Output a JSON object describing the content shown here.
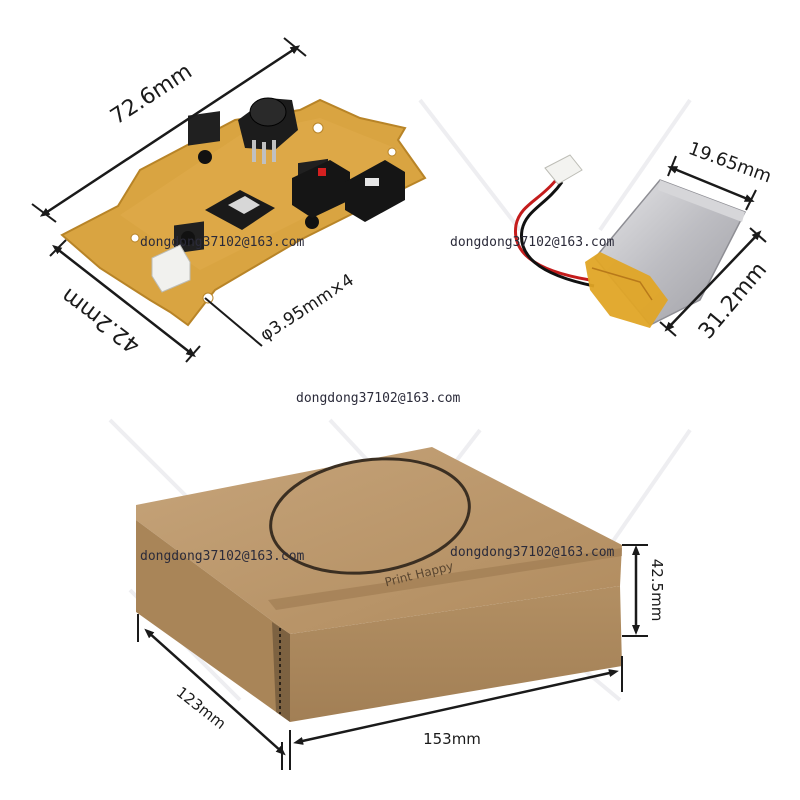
{
  "watermark": {
    "text": "dongdong37102@163.com",
    "color": "#2b2b3a"
  },
  "pcb": {
    "length_label": "72.6mm",
    "width_label": "42.2mm",
    "hole_label": "φ3.95mm×4",
    "board_color": "#d9a441"
  },
  "battery": {
    "width_label": "19.65mm",
    "height_label": "31.2mm",
    "foil_color": "#c9c9cc",
    "tape_color": "#e0a526"
  },
  "box": {
    "print_text": "Print Happy",
    "height_label": "42.5mm",
    "depth_label": "123mm",
    "width_label": "153mm",
    "color": "#b8956a"
  }
}
